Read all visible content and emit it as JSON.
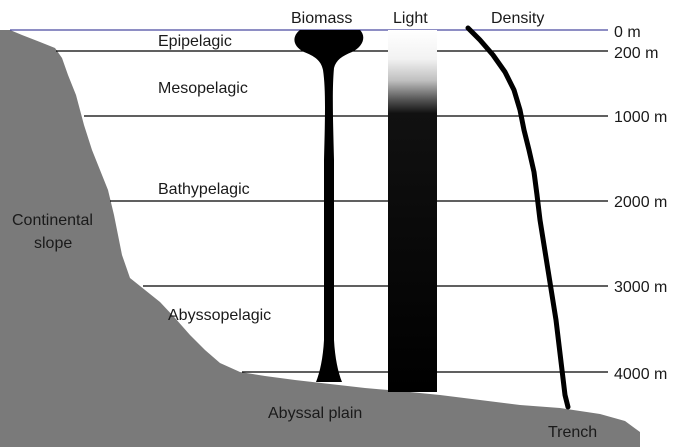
{
  "columns": {
    "biomass": "Biomass",
    "light": "Light",
    "density": "Density"
  },
  "zones": {
    "epipelagic": "Epipelagic",
    "mesopelagic": "Mesopelagic",
    "bathypelagic": "Bathypelagic",
    "abyssopelagic": "Abyssopelagic"
  },
  "depths": {
    "d0": "0 m",
    "d200": "200 m",
    "d1000": "1000 m",
    "d2000": "2000 m",
    "d3000": "3000 m",
    "d4000": "4000 m"
  },
  "features": {
    "slope_line1": "Continental",
    "slope_line2": "slope",
    "abyssal_plain": "Abyssal plain",
    "trench": "Trench"
  },
  "colors": {
    "seafloor": "#7a7a7a",
    "surface_line": "#4a4aa0",
    "profile": "#000000"
  }
}
